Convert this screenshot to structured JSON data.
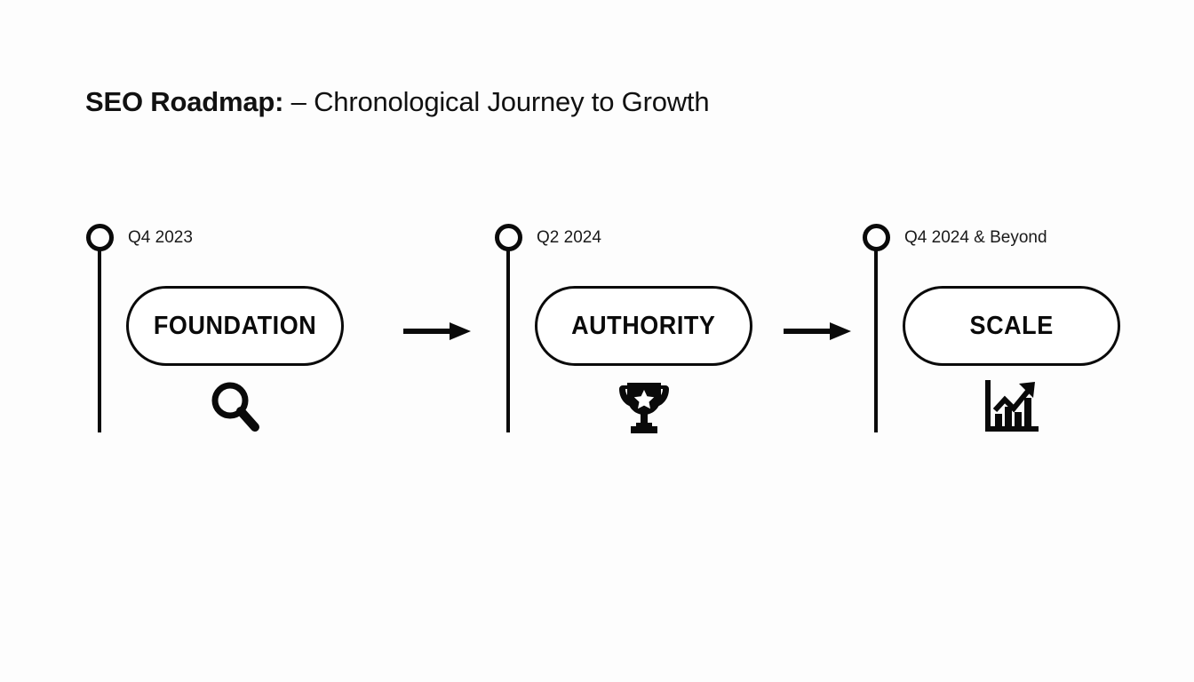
{
  "slide": {
    "background_color": "#fdfdfd",
    "ink_color": "#0a0a0a"
  },
  "title": {
    "bold_part": "SEO Roadmap:",
    "regular_part": " – Chronological Journey to Growth",
    "full": "SEO Roadmap: – Chronological Journey to Growth"
  },
  "timeline": {
    "stages": [
      {
        "date": "Q4 2023",
        "label": "FOUNDATION",
        "icon": "magnifier-icon"
      },
      {
        "date": "Q2 2024",
        "label": "AUTHORITY",
        "icon": "trophy-icon"
      },
      {
        "date": "Q4 2024 & Beyond",
        "label": "SCALE",
        "icon": "growth-chart-icon"
      }
    ],
    "connectors": [
      {
        "icon": "arrow-right-icon"
      },
      {
        "icon": "arrow-right-icon"
      }
    ]
  }
}
